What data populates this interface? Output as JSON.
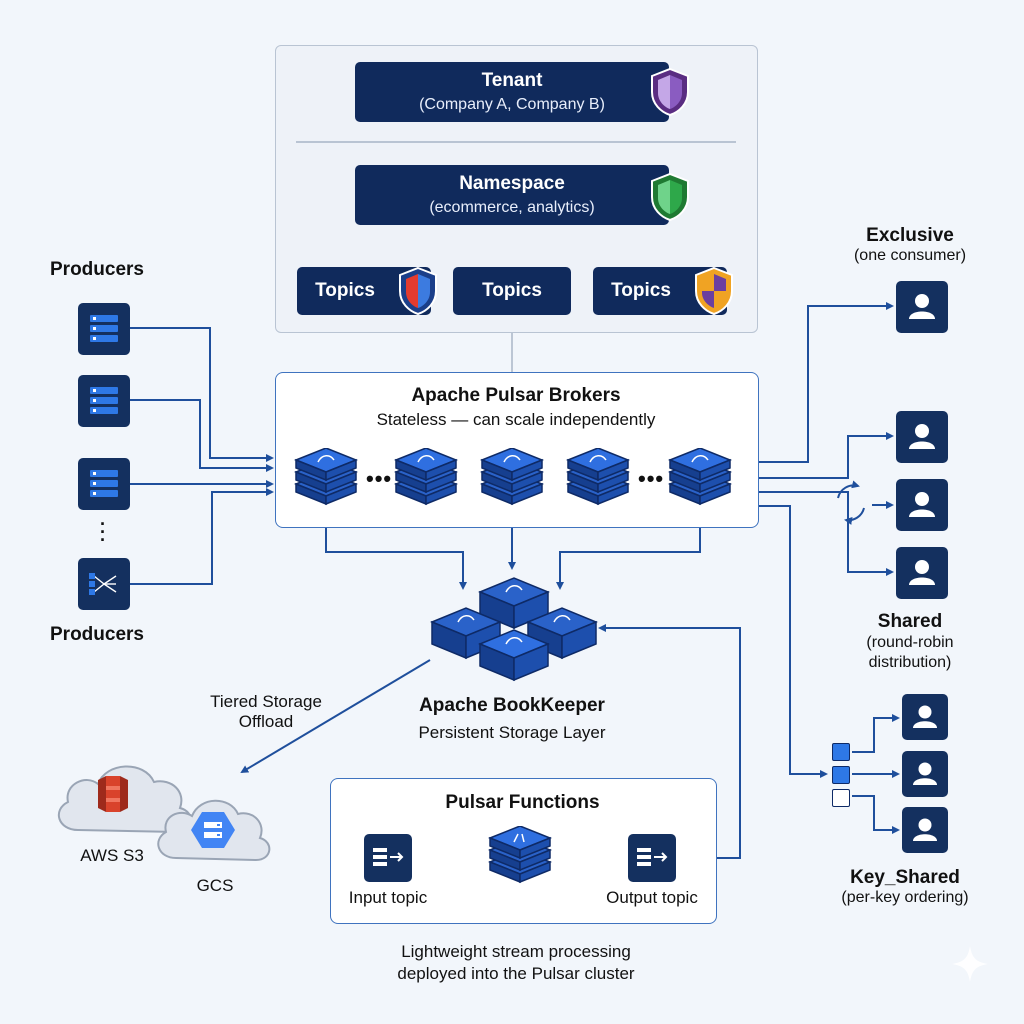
{
  "tenant": {
    "title": "Tenant",
    "subtitle": "(Company A, Company B)"
  },
  "namespace": {
    "title": "Namespace",
    "subtitle": "(ecommerce, analytics)"
  },
  "topics": [
    "Topics",
    "Topics",
    "Topics"
  ],
  "producers": {
    "top_label": "Producers",
    "bottom_label": "Producers"
  },
  "brokers": {
    "title": "Apache Pulsar Brokers",
    "subtitle": "Stateless — can scale independently",
    "ellipsis": "•••"
  },
  "bookkeeper": {
    "title": "Apache BookKeeper",
    "subtitle": "Persistent Storage Layer"
  },
  "tiered": {
    "label_line1": "Tiered Storage",
    "label_line2": "Offload",
    "aws": "AWS S3",
    "gcs": "GCS"
  },
  "functions": {
    "title": "Pulsar Functions",
    "input": "Input topic",
    "output": "Output topic",
    "caption_line1": "Lightweight stream processing",
    "caption_line2": "deployed into the Pulsar cluster"
  },
  "subscriptions": {
    "exclusive": {
      "title": "Exclusive",
      "subtitle": "(one consumer)"
    },
    "shared": {
      "title": "Shared",
      "subtitle_line1": "(round-robin",
      "subtitle_line2": "distribution)"
    },
    "key_shared": {
      "title": "Key_Shared",
      "subtitle": "(per-key ordering)"
    }
  },
  "colors": {
    "navy": "#102a5c",
    "accent_blue": "#1f4f9c",
    "node_blue": "#2a62c9",
    "aws_red": "#d9432b",
    "gcp_blue": "#4285f4"
  },
  "icons": [
    "shield-icon",
    "server-icon",
    "user-icon",
    "cloud-icon",
    "bookkeeper-node-icon",
    "broker-node-icon"
  ]
}
